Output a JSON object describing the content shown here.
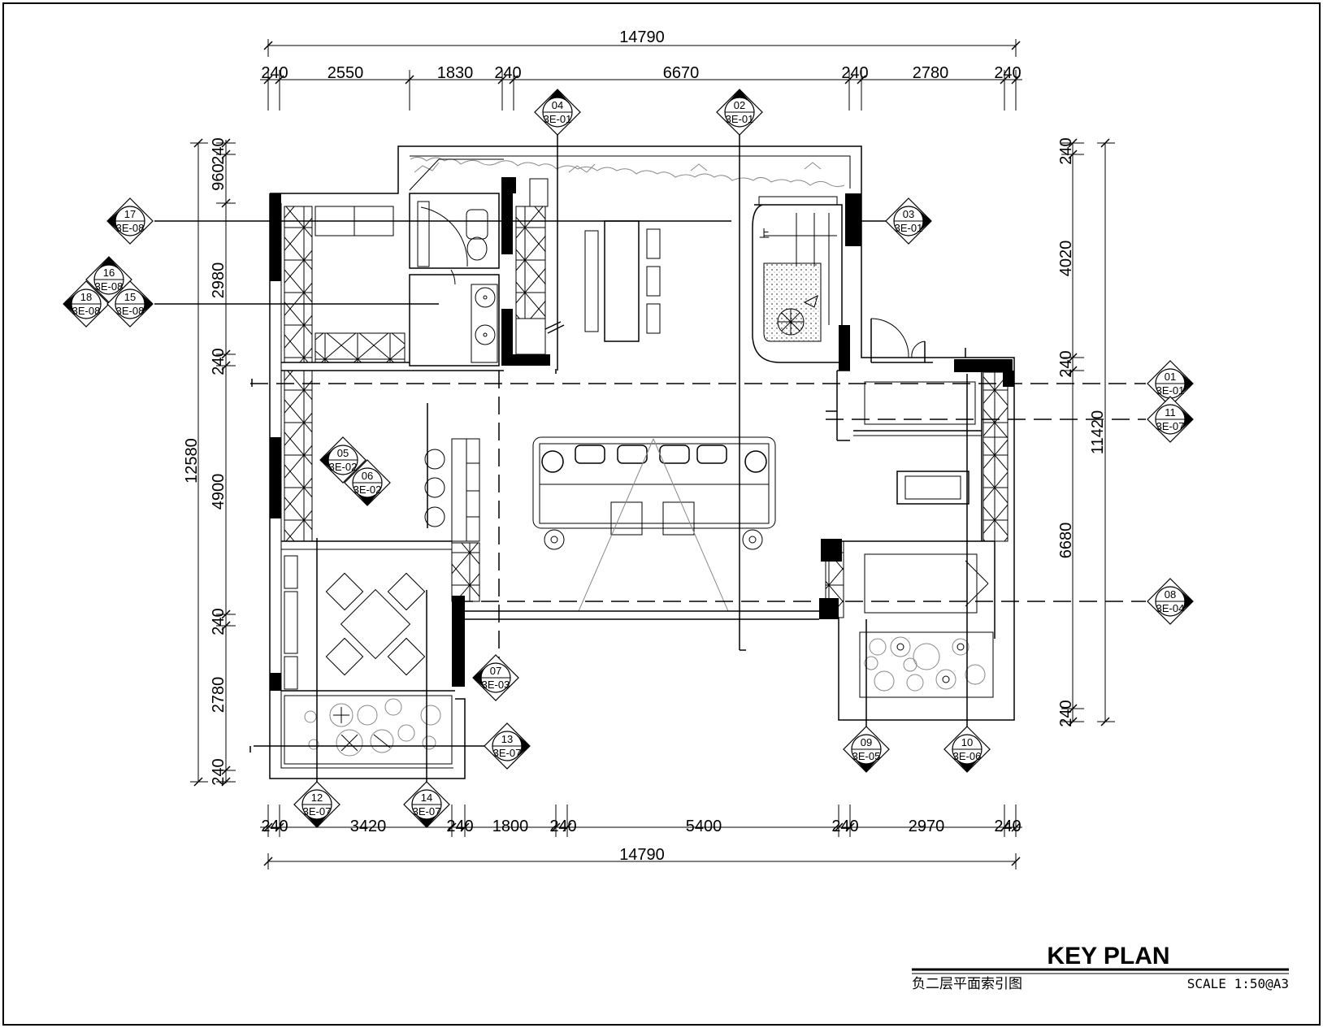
{
  "title_block": {
    "title": "KEY PLAN",
    "subtitle": "负二层平面索引图",
    "scale": "SCALE 1:50@A3"
  },
  "dimensions": {
    "top_total": "14790",
    "top_segments": [
      "240",
      "2550",
      "1830",
      "240",
      "6670",
      "240",
      "2780",
      "240"
    ],
    "bottom_total": "14790",
    "bottom_segments": [
      "240",
      "3420",
      "240",
      "1800",
      "240",
      "5400",
      "240",
      "2970",
      "240"
    ],
    "left_total": "12580",
    "left_segments": [
      "240",
      "960",
      "2980",
      "240",
      "4900",
      "240",
      "2780",
      "240"
    ],
    "right_total": "11420",
    "right_segments": [
      "240",
      "4020",
      "240",
      "6680",
      "240"
    ]
  },
  "elevation_tags": [
    {
      "num": "17",
      "sheet": "3E-08"
    },
    {
      "num": "16",
      "sheet": "3E-08"
    },
    {
      "num": "18",
      "sheet": "3E-08"
    },
    {
      "num": "15",
      "sheet": "3E-08"
    },
    {
      "num": "04",
      "sheet": "3E-01"
    },
    {
      "num": "02",
      "sheet": "3E-01"
    },
    {
      "num": "03",
      "sheet": "3E-01"
    },
    {
      "num": "01",
      "sheet": "3E-01"
    },
    {
      "num": "11",
      "sheet": "3E-07"
    },
    {
      "num": "05",
      "sheet": "3E-02"
    },
    {
      "num": "06",
      "sheet": "3E-02"
    },
    {
      "num": "08",
      "sheet": "3E-04"
    },
    {
      "num": "07",
      "sheet": "3E-03"
    },
    {
      "num": "13",
      "sheet": "3E-07"
    },
    {
      "num": "09",
      "sheet": "3E-05"
    },
    {
      "num": "10",
      "sheet": "3E-06"
    },
    {
      "num": "12",
      "sheet": "3E-07"
    },
    {
      "num": "14",
      "sheet": "3E-07"
    }
  ],
  "plan_labels": {
    "stair_up": "上"
  }
}
